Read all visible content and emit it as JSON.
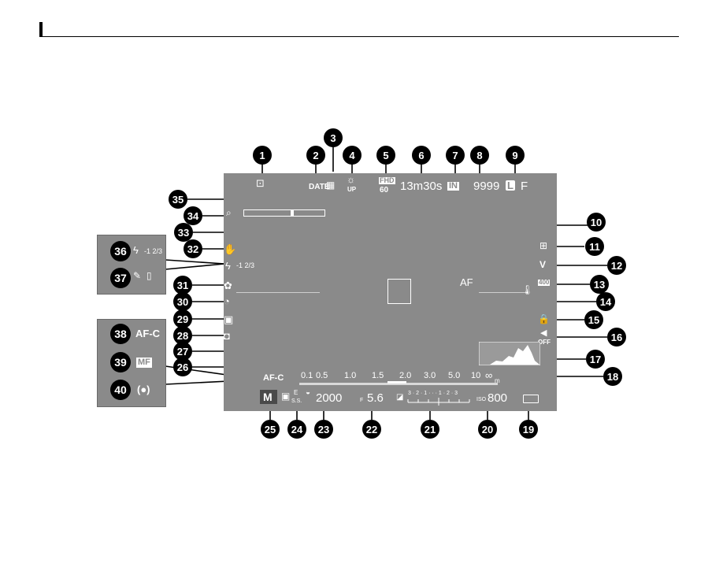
{
  "readouts": {
    "date": "DATE",
    "up": "UP",
    "movie_quality": "FHD",
    "movie_fps": "60",
    "recording_time": "13m30s",
    "storage": "IN",
    "frames": "9999",
    "image_size": "L",
    "image_quality": "F",
    "focus_indicator": "AF",
    "iso_label": "ISO",
    "iso_value": "800",
    "aperture_label": "F",
    "aperture_value": "5.6",
    "shutter_label": "S.S.",
    "shutter_value": "2000",
    "mode": "M",
    "af_mode": "AF-C",
    "flash_comp": "-1 2/3",
    "exposure_scale": "3 · 2 · 1 · · · 1 · 2 · 3",
    "off_label": "OFF",
    "dr_label": "400"
  },
  "distance_scale": {
    "ticks": [
      "0.1",
      "0.5",
      "1.0",
      "1.5",
      "2.0",
      "3.0",
      "5.0",
      "10",
      "∞"
    ],
    "unit": "m"
  },
  "side_tags": {
    "flash_comp": "-1 2/3",
    "af_c": "AF-C",
    "mf": "MF",
    "af_s": "(●)"
  },
  "callouts": [
    "1",
    "2",
    "3",
    "4",
    "5",
    "6",
    "7",
    "8",
    "9",
    "10",
    "11",
    "12",
    "13",
    "14",
    "15",
    "16",
    "17",
    "18",
    "19",
    "20",
    "21",
    "22",
    "23",
    "24",
    "25",
    "26",
    "27",
    "28",
    "29",
    "30",
    "31",
    "32",
    "33",
    "34",
    "35",
    "36",
    "37",
    "38",
    "39",
    "40"
  ],
  "colors": {
    "screen": "#8a8a8a",
    "text": "#ffffff",
    "callout": "#000000"
  }
}
